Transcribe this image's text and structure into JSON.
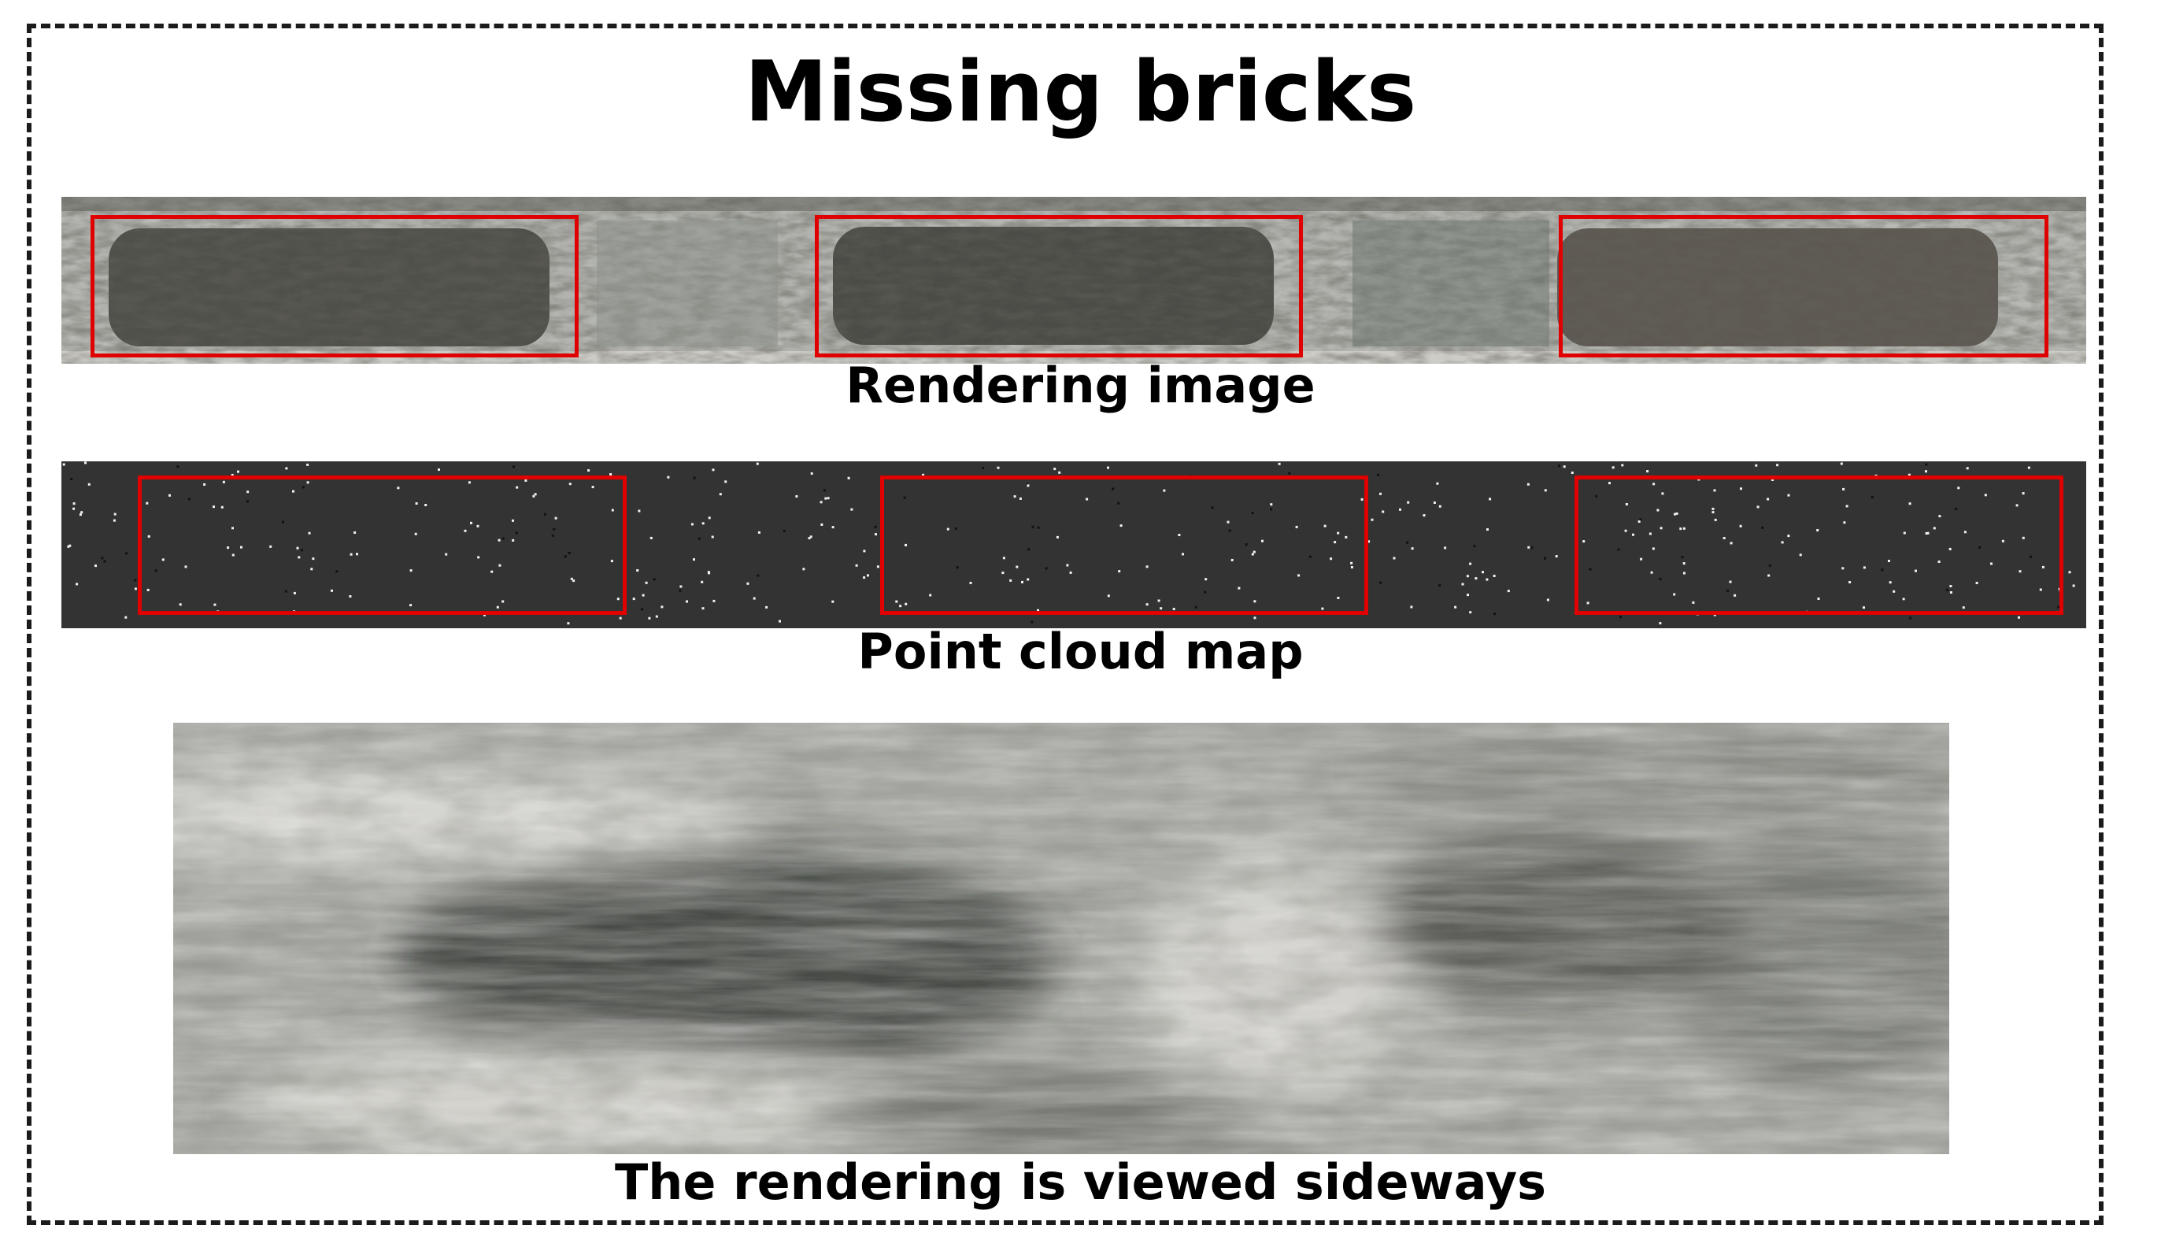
{
  "figure": {
    "title": "Missing bricks",
    "captions": {
      "rendering": "Rendering image",
      "point_cloud": "Point cloud map",
      "sideways": "The rendering is viewed sideways"
    },
    "highlight_color": "#e00000"
  }
}
